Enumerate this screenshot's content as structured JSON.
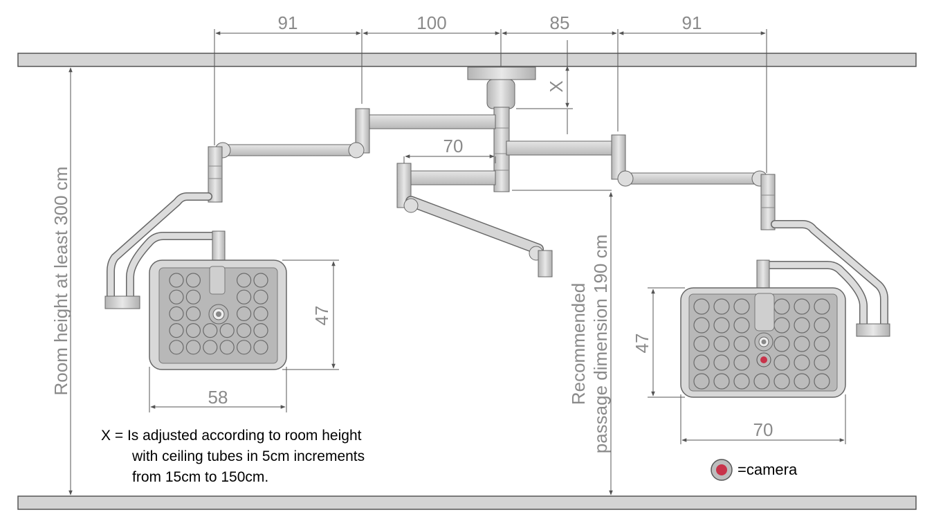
{
  "dimensions": {
    "top_1": "91",
    "top_2": "100",
    "top_3": "85",
    "top_4": "91",
    "x_mark": "X",
    "arm_70": "70",
    "left_head_height": "47",
    "left_head_width": "58",
    "right_head_height": "47",
    "right_head_width": "70"
  },
  "labels": {
    "room_height": "Room height at least  300 cm",
    "passage_line1": "Recommended",
    "passage_line2": "passage dimension 190 cm"
  },
  "note": {
    "line1": "X = Is adjusted according to room height",
    "line2": "with ceiling tubes in 5cm increments",
    "line3": "from 15cm to 150cm."
  },
  "legend": {
    "camera": "=camera"
  },
  "colors": {
    "dimension_text": "#8a8a8a",
    "structure_fill": "#d2d2d2",
    "outline": "#6a6a6a",
    "camera": "#c8334a"
  }
}
